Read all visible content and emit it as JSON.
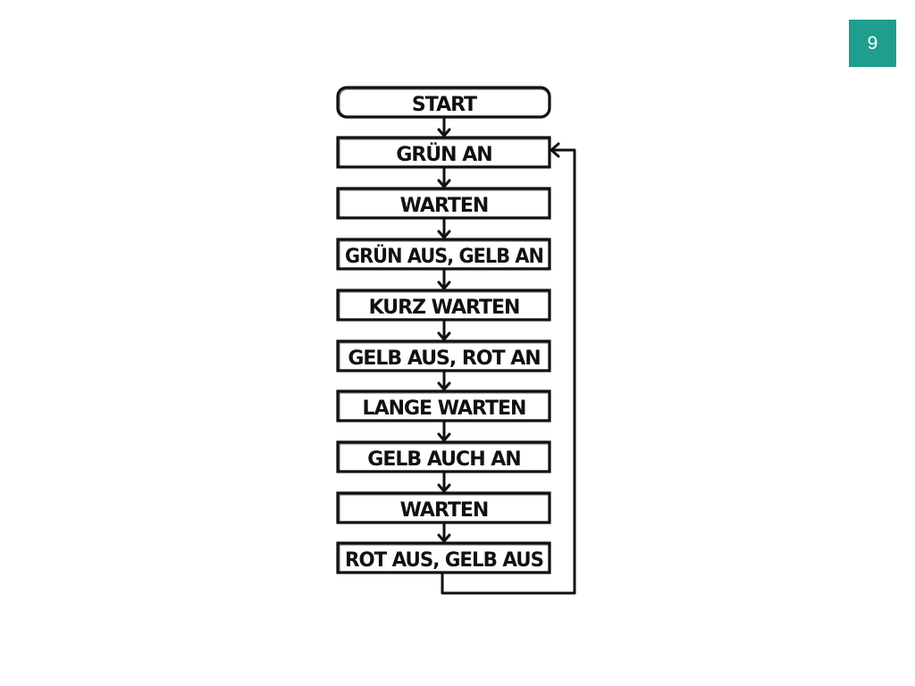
{
  "page_number": "9",
  "colors": {
    "badge": "#1f9e8e",
    "ink": "#111111",
    "background": "#ffffff"
  },
  "flowchart": {
    "start": "START",
    "steps": [
      "GRÜN AN",
      "WARTEN",
      "GRÜN AUS, GELB AN",
      "KURZ WARTEN",
      "GELB AUS, ROT AN",
      "LANGE WARTEN",
      "GELB AUCH AN",
      "WARTEN",
      "ROT AUS, GELB AUS"
    ],
    "loop_target_step": 0
  }
}
